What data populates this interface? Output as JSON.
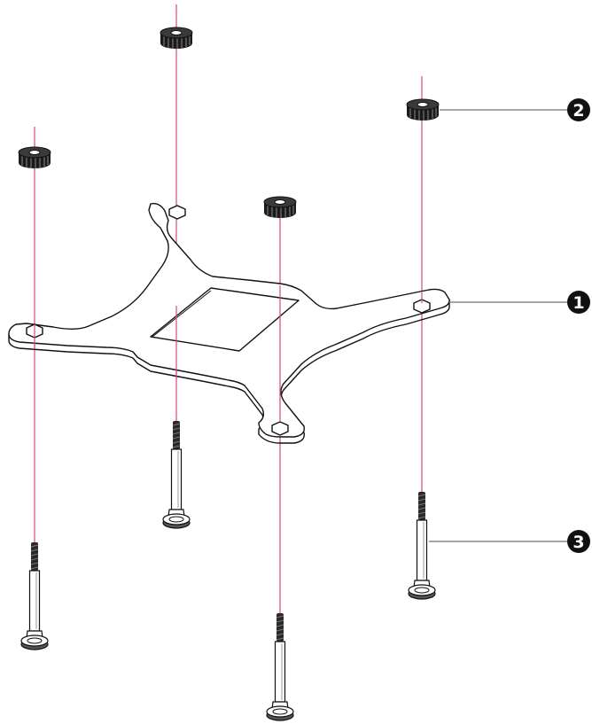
{
  "callouts": [
    {
      "id": "1",
      "label": "1"
    },
    {
      "id": "2",
      "label": "2"
    },
    {
      "id": "3",
      "label": "3"
    }
  ],
  "colors": {
    "guide_line": "#d4478e",
    "outline": "#111111",
    "callout_fill": "#111111",
    "leader": "#888888",
    "nut_fill": "#1a1a1a"
  }
}
